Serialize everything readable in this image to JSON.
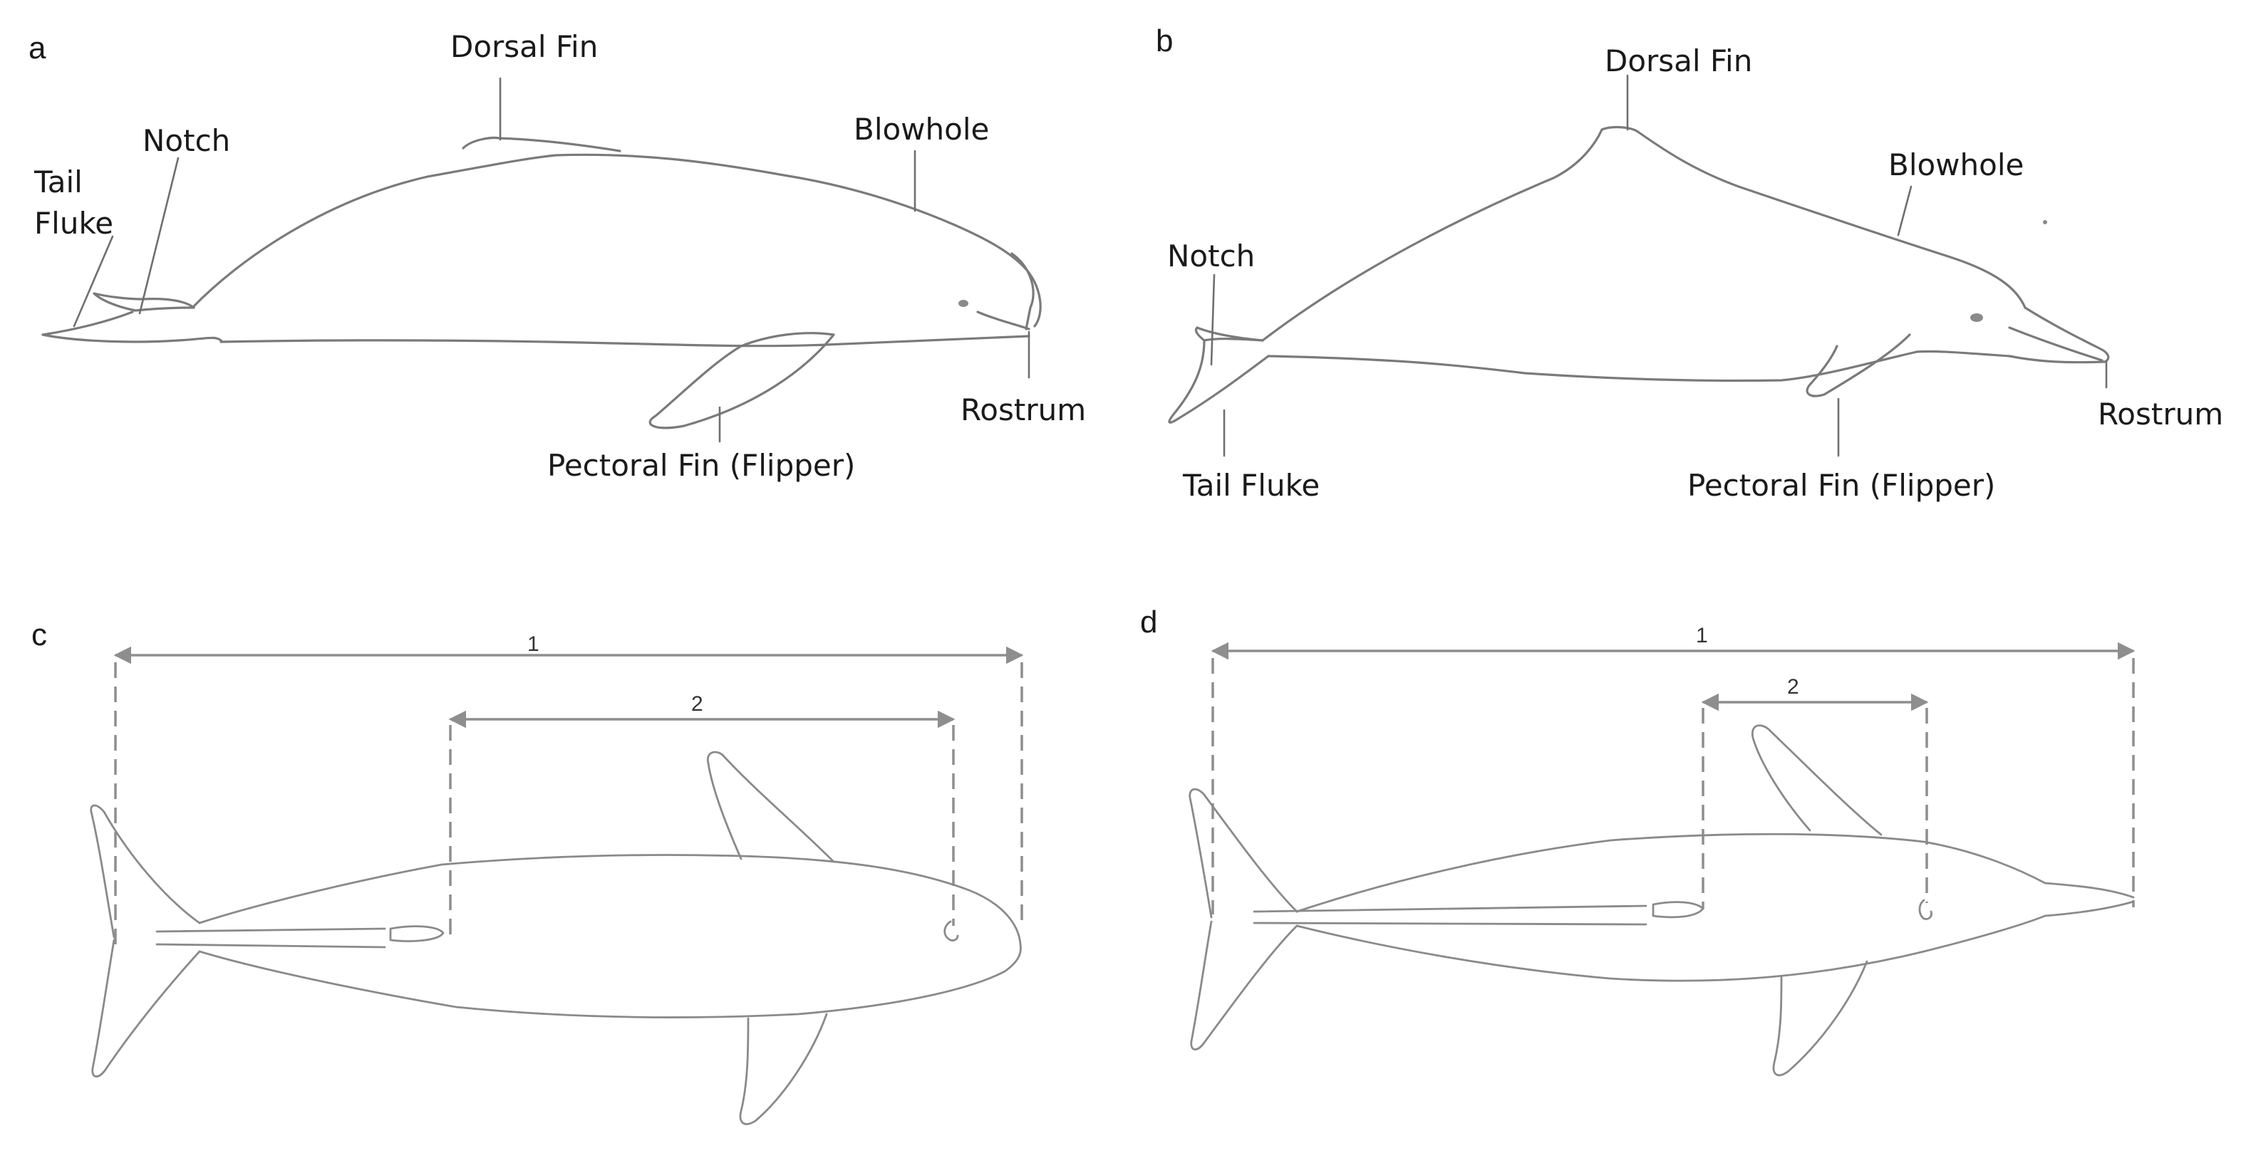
{
  "panels": {
    "a": {
      "letter": "a",
      "labels": {
        "dorsal_fin": "Dorsal Fin",
        "notch": "Notch",
        "tail": "Tail",
        "fluke": "Fluke",
        "blowhole": "Blowhole",
        "rostrum": "Rostrum",
        "pectoral_fin": "Pectoral Fin (Flipper)"
      }
    },
    "b": {
      "letter": "b",
      "labels": {
        "dorsal_fin": "Dorsal Fin",
        "blowhole": "Blowhole",
        "notch": "Notch",
        "tail_fluke": "Tail Fluke",
        "pectoral_fin": "Pectoral Fin (Flipper)",
        "rostrum": "Rostrum"
      }
    },
    "c": {
      "letter": "c",
      "measure_1": "1",
      "measure_2": "2"
    },
    "d": {
      "letter": "d",
      "measure_1": "1",
      "measure_2": "2"
    }
  }
}
